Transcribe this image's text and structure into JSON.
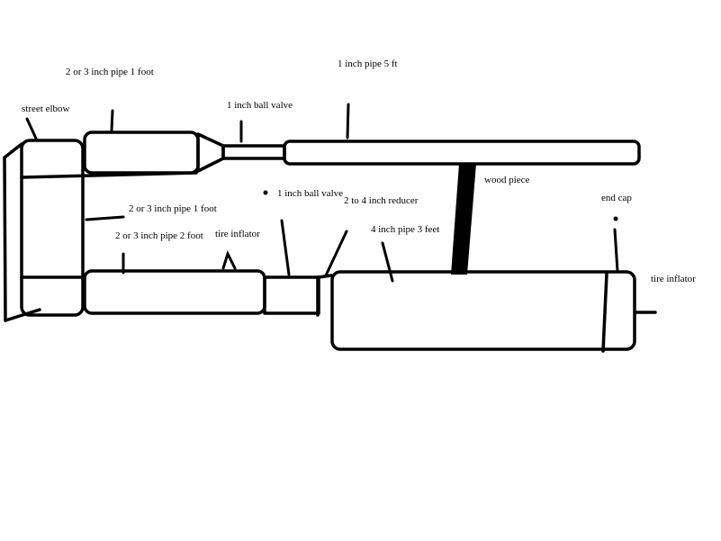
{
  "labels": {
    "pipe_top_left": "2 or 3 inch pipe 1 foot",
    "pipe_top_right": "1 inch pipe 5 ft",
    "street_elbow": "street elbow",
    "ball_valve_top": "1 inch ball valve",
    "wood_piece": "wood piece",
    "pipe_mid_left": "2 or 3 inch pipe 1 foot",
    "ball_valve_mid": "1 inch ball valve",
    "reducer": "2 to 4 inch reducer",
    "end_cap": "end cap",
    "pipe_bottom_left": "2 or 3 inch pipe 2 foot",
    "tire_inflator_left": "tire inflator",
    "pipe_4inch": "4 inch pipe 3 feet",
    "tire_inflator_right": "tire inflator"
  }
}
